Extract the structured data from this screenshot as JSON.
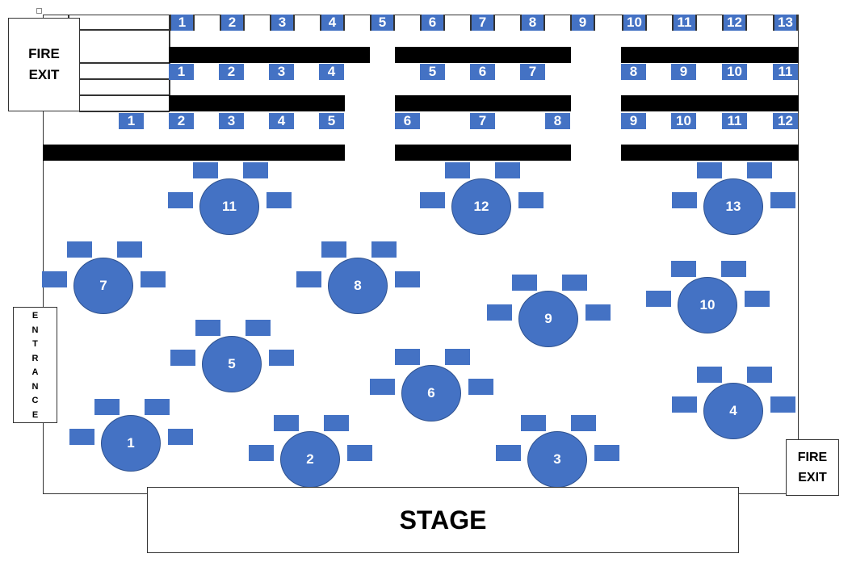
{
  "labels": {
    "fire_exit_top_line1": "FIRE",
    "fire_exit_top_line2": "EXIT",
    "fire_exit_bottom_line1": "FIRE",
    "fire_exit_bottom_line2": "EXIT",
    "stage": "STAGE",
    "entrance_letters": [
      "E",
      "N",
      "T",
      "R",
      "A",
      "N",
      "C",
      "E"
    ]
  },
  "colors": {
    "table_fill": "#4472c4",
    "bar_fill": "#000000",
    "wall": "#333333"
  },
  "seat_rows": {
    "row_a": [
      "1",
      "2",
      "3",
      "4",
      "5",
      "6",
      "7",
      "8",
      "9",
      "10",
      "11",
      "12",
      "13"
    ],
    "row_b": [
      "1",
      "2",
      "3",
      "4",
      "5",
      "6",
      "7",
      "8",
      "9",
      "10",
      "11"
    ],
    "row_c": [
      "1",
      "2",
      "3",
      "4",
      "5",
      "6",
      "7",
      "8",
      "9",
      "10",
      "11",
      "12"
    ]
  },
  "tables": [
    {
      "number": "1",
      "chairs": 4
    },
    {
      "number": "2",
      "chairs": 4
    },
    {
      "number": "3",
      "chairs": 4
    },
    {
      "number": "4",
      "chairs": 4
    },
    {
      "number": "5",
      "chairs": 4
    },
    {
      "number": "6",
      "chairs": 4
    },
    {
      "number": "7",
      "chairs": 4
    },
    {
      "number": "8",
      "chairs": 4
    },
    {
      "number": "9",
      "chairs": 4
    },
    {
      "number": "10",
      "chairs": 4
    },
    {
      "number": "11",
      "chairs": 4
    },
    {
      "number": "12",
      "chairs": 4
    },
    {
      "number": "13",
      "chairs": 4
    }
  ]
}
